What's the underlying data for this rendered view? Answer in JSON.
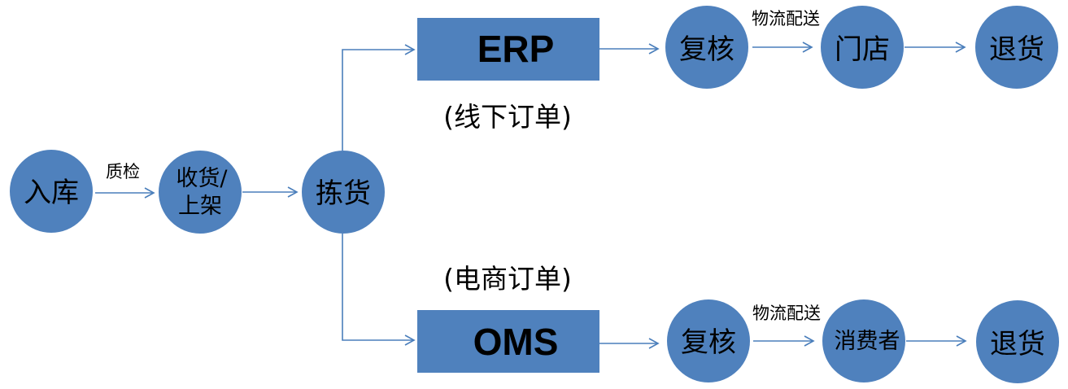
{
  "diagram": {
    "title": "",
    "colors": {
      "node_fill": "#4f81bd",
      "edge": "#4a7ebb",
      "text": "#000000"
    },
    "nodes": {
      "inbound": "入库",
      "receive": [
        "收货/",
        "上架"
      ],
      "pick": "拣货",
      "erp": "ERP",
      "oms": "OMS",
      "review_top": "复核",
      "store": "门店",
      "return_top": "退货",
      "review_bottom": "复核",
      "consumer": "消费者",
      "return_bottom": "退货"
    },
    "labels": {
      "qc": "质检",
      "offline_order": "(线下订单)",
      "ecommerce_order": "(电商订单)",
      "logistics_top": "物流配送",
      "logistics_bottom": "物流配送"
    },
    "edges": [
      {
        "from": "inbound",
        "to": "receive",
        "label": "质检"
      },
      {
        "from": "receive",
        "to": "pick"
      },
      {
        "from": "pick",
        "to": "erp"
      },
      {
        "from": "pick",
        "to": "oms"
      },
      {
        "from": "erp",
        "to": "review_top"
      },
      {
        "from": "review_top",
        "to": "store",
        "label": "物流配送"
      },
      {
        "from": "store",
        "to": "return_top"
      },
      {
        "from": "oms",
        "to": "review_bottom"
      },
      {
        "from": "review_bottom",
        "to": "consumer",
        "label": "物流配送"
      },
      {
        "from": "consumer",
        "to": "return_bottom"
      }
    ]
  }
}
